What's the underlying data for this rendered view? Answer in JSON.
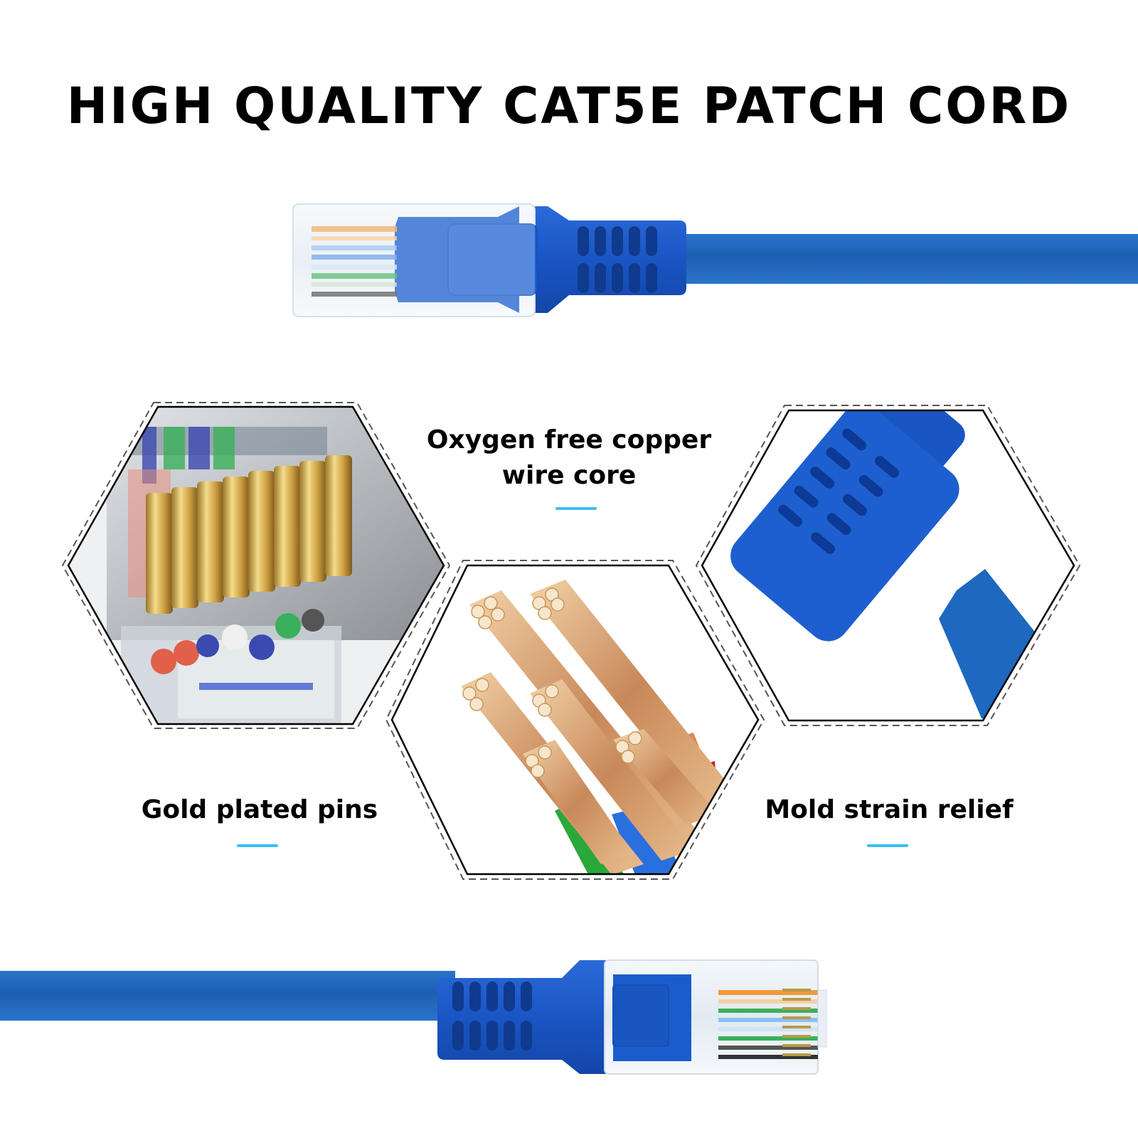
{
  "title": "HIGH QUALITY CAT5E PATCH CORD",
  "colors": {
    "cable_blue": "#1e68bf",
    "boot_blue": "#1a55c4",
    "boot_dark": "#0d3a96",
    "accent_cyan": "#3bbff2",
    "gold": "#d9b45a",
    "copper": "#d8a878",
    "text": "#000000",
    "background": "#ffffff"
  },
  "features": [
    {
      "id": "copper",
      "label_lines": [
        "Oxygen free copper",
        "wire core"
      ],
      "icon": "copper-wire-icon"
    },
    {
      "id": "pins",
      "label_lines": [
        "Gold plated pins"
      ],
      "icon": "gold-pins-icon"
    },
    {
      "id": "strain",
      "label_lines": [
        "Mold strain relief"
      ],
      "icon": "strain-relief-icon"
    }
  ],
  "wire_colors": [
    "#f08a2a",
    "#ffffff",
    "#2fa84a",
    "#2a6fe0",
    "#ffffff",
    "#2fa84a",
    "#8a5a3a",
    "#333333"
  ]
}
